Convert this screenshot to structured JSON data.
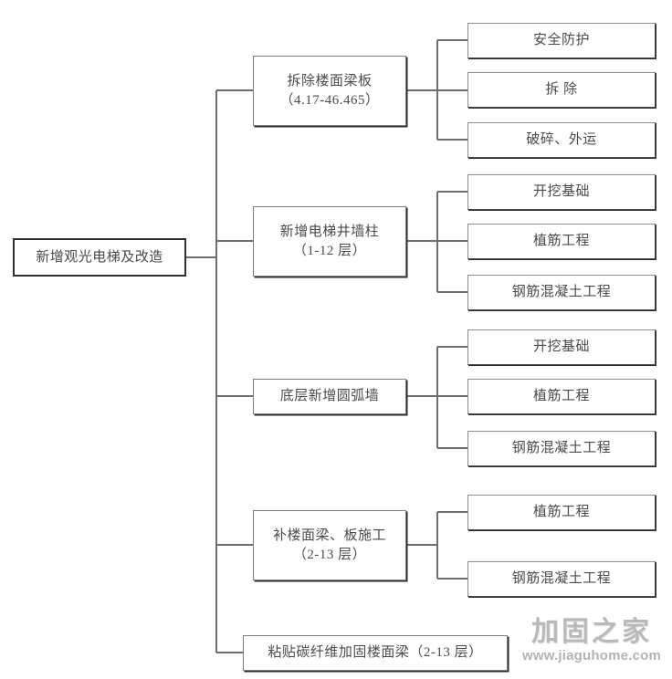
{
  "diagram": {
    "type": "tree",
    "orientation": "left-to-right",
    "root": {
      "label": "新增观光电梯及改造"
    },
    "branches": [
      {
        "label": "拆除楼面梁板\n（4.17-46.465）",
        "leaves": [
          {
            "label": "安全防护"
          },
          {
            "label": "拆  除"
          },
          {
            "label": "破碎、外运"
          }
        ]
      },
      {
        "label": "新增电梯井墙柱\n（1-12 层）",
        "leaves": [
          {
            "label": "开挖基础"
          },
          {
            "label": "植筋工程"
          },
          {
            "label": "钢筋混凝土工程"
          }
        ]
      },
      {
        "label": "底层新增圆弧墙",
        "leaves": [
          {
            "label": "开挖基础"
          },
          {
            "label": "植筋工程"
          },
          {
            "label": "钢筋混凝土工程"
          }
        ]
      },
      {
        "label": "补楼面梁、板施工\n（2-13 层）",
        "leaves": [
          {
            "label": "植筋工程"
          },
          {
            "label": "钢筋混凝土工程"
          }
        ]
      },
      {
        "label": "粘贴碳纤维加固楼面梁（2-13 层）",
        "leaves": []
      }
    ],
    "colors": {
      "background": "#ffffff",
      "box_border": "#7d7d7d",
      "box_shadow": "#2b2b2b",
      "text": "#4a4a4a",
      "connector": "#6e6e6e",
      "watermark": "#b9b9b9"
    }
  },
  "watermark": {
    "brand": "加固之家",
    "url": "www.jiaguhome.com"
  }
}
